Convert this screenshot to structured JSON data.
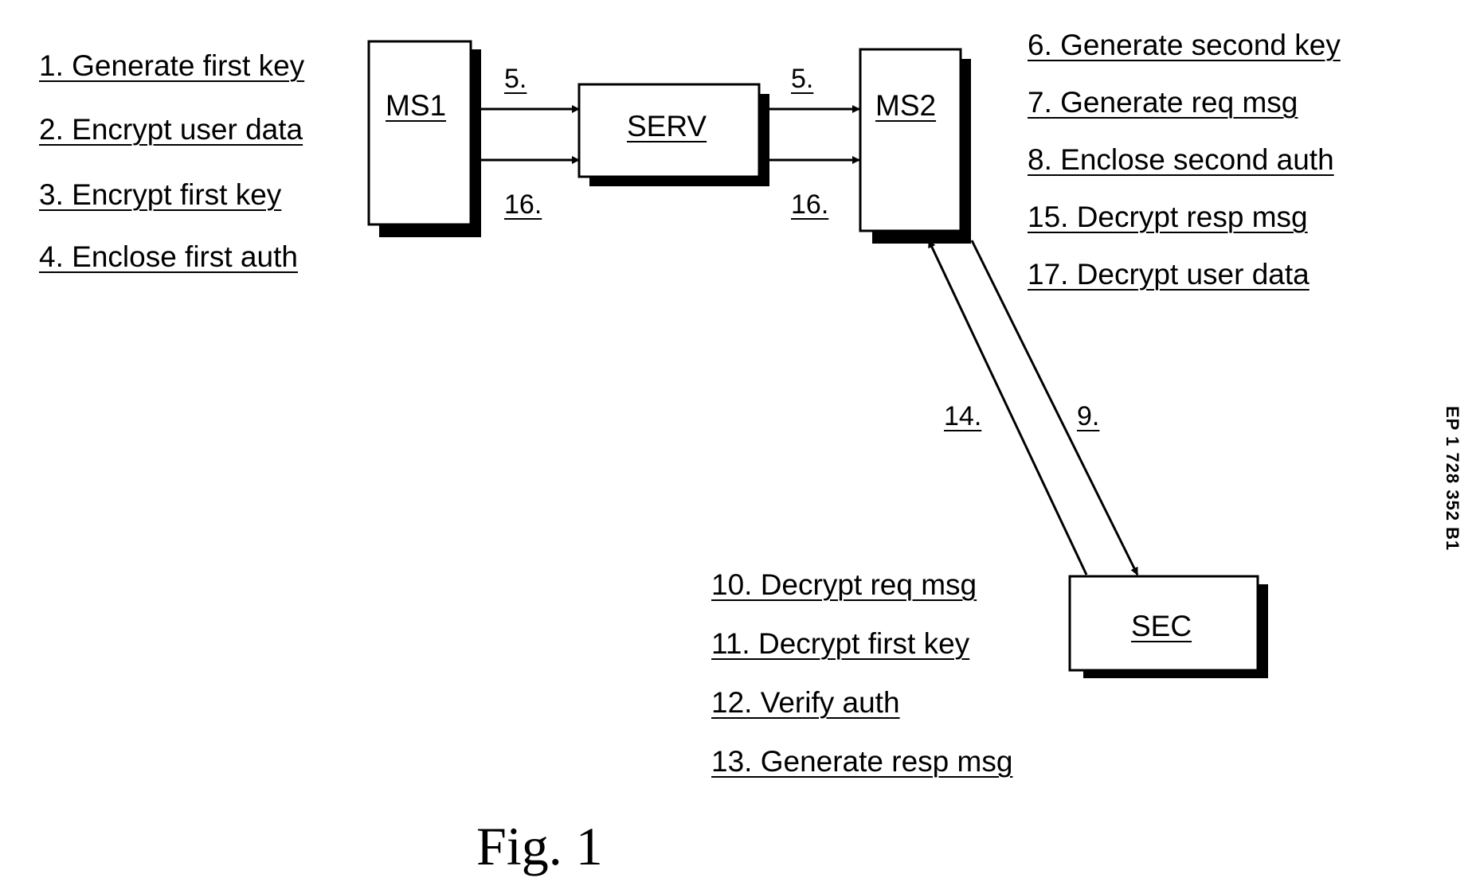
{
  "ms1_steps": [
    "1. Generate first key",
    "2. Encrypt user data",
    "3. Encrypt first key",
    "4. Enclose first auth"
  ],
  "ms2_steps": [
    "6. Generate second key",
    "7. Generate req msg",
    "8. Enclose second auth",
    "15. Decrypt resp msg",
    "17. Decrypt user data"
  ],
  "sec_steps": [
    "10. Decrypt req msg",
    "11. Decrypt first key",
    "12. Verify auth",
    "13. Generate resp msg"
  ],
  "boxes": {
    "ms1": "MS1",
    "serv": "SERV",
    "ms2": "MS2",
    "sec": "SEC"
  },
  "arrow_labels": {
    "ms1_to_serv": "5.",
    "serv_to_ms2": "5.",
    "serv_to_ms1": "16.",
    "ms2_to_serv": "16.",
    "sec_to_ms2": "14.",
    "ms2_to_sec": "9."
  },
  "figure_caption": "Fig. 1",
  "document_number": "EP 1 728 352 B1"
}
